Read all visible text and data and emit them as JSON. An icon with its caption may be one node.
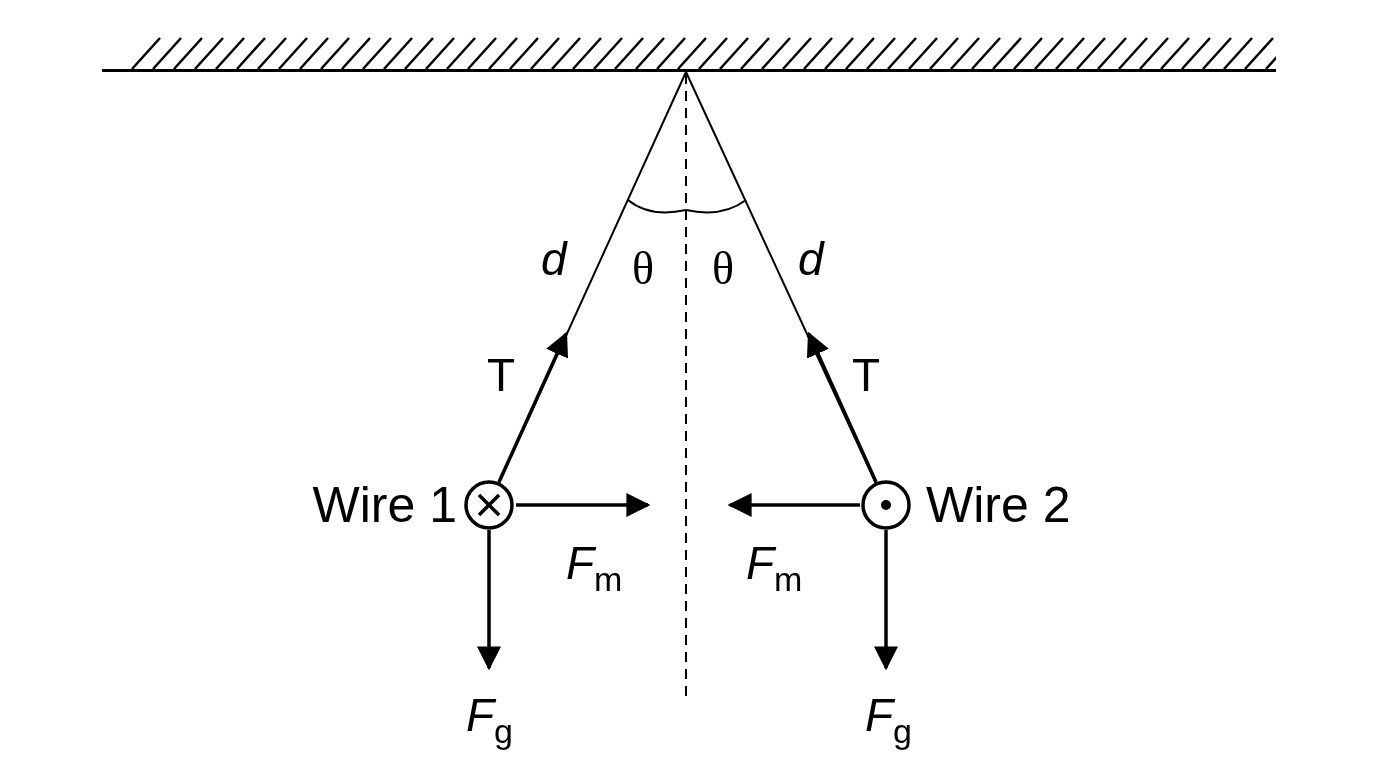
{
  "diagram": {
    "nodes": [
      {
        "text": [],
        "shape": "bar"
      },
      {
        "text": [
          "Wire 1"
        ]
      },
      {
        "text": [
          "Wire 2"
        ]
      }
    ],
    "edges": [
      {
        "from": 0,
        "to": 1,
        "arrow": "none"
      },
      {
        "from": 0,
        "to": 2,
        "arrow": "none"
      }
    ],
    "labels": [
      "d",
      "θ",
      "θ",
      "d",
      "T",
      "T",
      "*F*$_{m}$",
      "*F*$_{m}$",
      "*F*$_{g}$",
      "*F*$_{g}$"
    ]
  }
}
